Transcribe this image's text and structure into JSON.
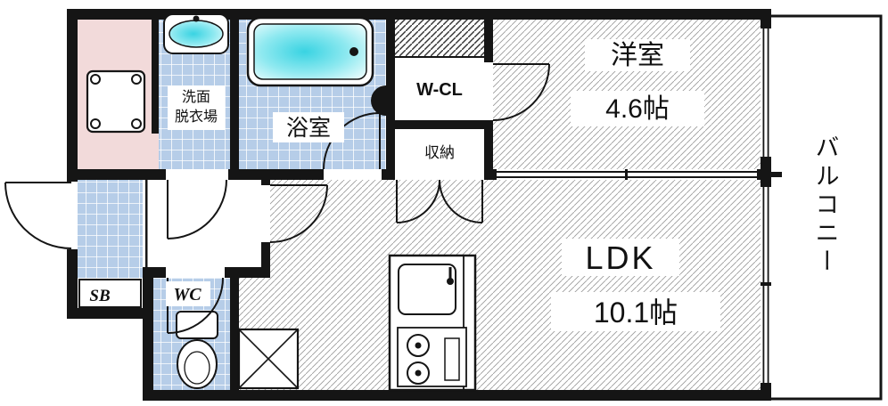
{
  "plan": {
    "labels": {
      "western_room_name": "洋室",
      "western_room_size": "4.6帖",
      "ldk_name": "LDK",
      "ldk_size": "10.1帖",
      "balcony": "バルコニー",
      "walk_in_closet": "W-CL",
      "storage": "収納",
      "bathroom": "浴室",
      "washroom_line1": "洗面",
      "washroom_line2": "脱衣場",
      "toilet": "WC",
      "shoe_box": "SB"
    },
    "colors": {
      "wall": "#151515",
      "tile": "#b6cde8",
      "pink": "#f2dada",
      "water": "#39d3e2",
      "hatch": "#999999"
    }
  }
}
